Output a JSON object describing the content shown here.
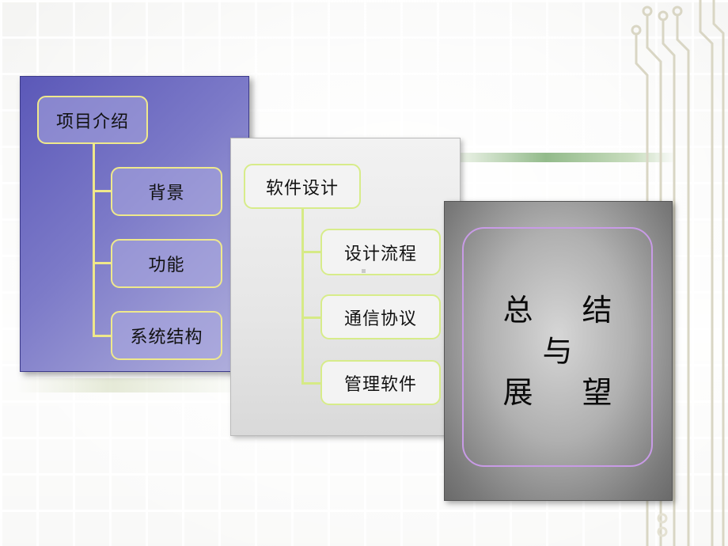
{
  "panel_intro": {
    "title": "项目介绍",
    "items": [
      "背景",
      "功能",
      "系统结构"
    ]
  },
  "panel_software": {
    "title": "软件设计",
    "items": [
      "设计流程",
      "通信协议",
      "管理软件"
    ]
  },
  "panel_summary": {
    "line1_left": "总",
    "line1_right": "结",
    "line2": "与",
    "line3_left": "展",
    "line3_right": "望"
  },
  "colors": {
    "panel_intro_bg": "#6b69c0",
    "panel_software_bg": "#e6e6e6",
    "panel_summary_bg": "#a8a8a8",
    "node_border_yellow": "#efe98c",
    "node_border_green": "#d7ec8a",
    "summary_frame": "#c89be6"
  }
}
